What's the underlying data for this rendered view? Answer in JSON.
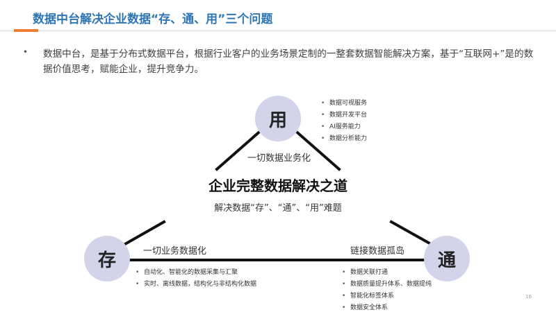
{
  "title": "数据中台解决企业数据“存、通、用”三个问题",
  "intro": {
    "bullet": "•",
    "text": "数据中台，是基于分布式数据平台，根据行业客户的业务场景定制的一整套数据智能解决方案，基于“互联网+”是的数据价值思考，赋能企业，提升竞争力。"
  },
  "diagram": {
    "center_title": "企业完整数据解决之道",
    "center_subtitle": "解决数据“存”、“通”、“用”难题",
    "nodes": {
      "use": {
        "label": "用",
        "features": [
          "数据可视服务",
          "数据开发平台",
          "AI服务能力",
          "数据分析能力"
        ]
      },
      "store": {
        "label": "存",
        "features": [
          "自动化、智能化的数据采集与汇聚",
          "实时、离线数据，结构化与非结构化数据"
        ]
      },
      "connect": {
        "label": "通",
        "features": [
          "数据关联打通",
          "数据质量提升体系、数据提纯",
          "智能化标签体系",
          "数据安全体系"
        ]
      }
    },
    "edges": {
      "top": "一切数据业务化",
      "left": "一切业务数据化",
      "right": "链接数据孤岛"
    },
    "colors": {
      "circle": "#d3d4ea",
      "line": "#111111"
    }
  },
  "colors": {
    "title": "#2e75b6",
    "accent": "#ed7d31"
  },
  "page_number": "16"
}
